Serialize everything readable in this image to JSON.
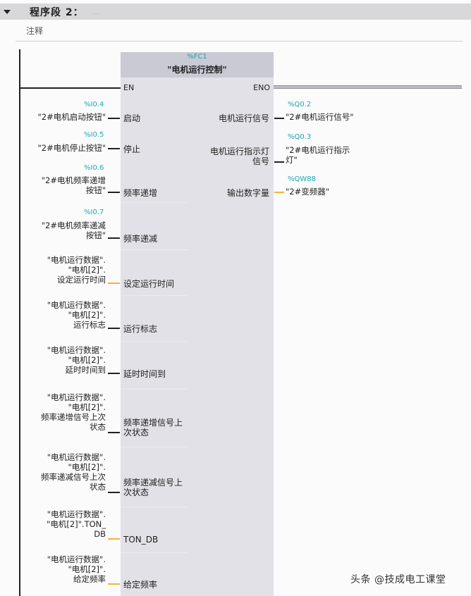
{
  "network": {
    "title": "程序段 2：",
    "dots": "......",
    "comment": "注释"
  },
  "block": {
    "number": "%FC1",
    "name": "\"电机运行控制\"",
    "en": "EN",
    "eno": "ENO"
  },
  "inputs": [
    {
      "pin": "启动",
      "address": "%I0.4",
      "operand": "\"2#电机启动按钮\"",
      "type": "bool"
    },
    {
      "pin": "停止",
      "address": "%I0.5",
      "operand": "\"2#电机停止按钮\"",
      "type": "bool"
    },
    {
      "pin": "频率递增",
      "address": "%I0.6",
      "operand_lines": [
        "\"2#电机频率递增",
        "按钮\""
      ],
      "type": "bool"
    },
    {
      "pin": "频率递减",
      "address": "%I0.7",
      "operand_lines": [
        "\"2#电机频率递减",
        "按钮\""
      ],
      "type": "bool"
    },
    {
      "pin": "设定运行时间",
      "operand_lines": [
        "\"电机运行数据\".",
        "\"电机[2]\".",
        "设定运行时间"
      ],
      "type": "data"
    },
    {
      "pin": "运行标志",
      "operand_lines": [
        "\"电机运行数据\".",
        "\"电机[2]\".",
        "运行标志"
      ],
      "type": "bool"
    },
    {
      "pin": "延时时间到",
      "operand_lines": [
        "\"电机运行数据\".",
        "\"电机[2]\".",
        "延时时间到"
      ],
      "type": "bool"
    },
    {
      "pin_lines": [
        "频率递增信号上",
        "次状态"
      ],
      "operand_lines": [
        "\"电机运行数据\".",
        "\"电机[2]\".",
        "频率递增信号上次",
        "状态"
      ],
      "type": "bool"
    },
    {
      "pin_lines": [
        "频率递减信号上",
        "次状态"
      ],
      "operand_lines": [
        "\"电机运行数据\".",
        "\"电机[2]\".",
        "频率递减信号上次",
        "状态"
      ],
      "type": "bool"
    },
    {
      "pin": "TON_DB",
      "operand_lines": [
        "\"电机运行数据\".",
        "\"电机[2]\".TON_",
        "DB"
      ],
      "type": "data"
    },
    {
      "pin": "给定频率",
      "operand_lines": [
        "\"电机运行数据\".",
        "\"电机[2]\".",
        "给定频率"
      ],
      "type": "data"
    }
  ],
  "outputs": [
    {
      "pin": "电机运行信号",
      "address": "%Q0.2",
      "operand": "\"2#电机运行信号\"",
      "type": "bool"
    },
    {
      "pin_lines": [
        "电机运行指示灯",
        "信号"
      ],
      "address": "%Q0.3",
      "operand_lines": [
        "\"2#电机运行指示",
        "灯\""
      ],
      "type": "bool"
    },
    {
      "pin": "输出数字量",
      "address": "%QW88",
      "operand": "\"2#变频器\"",
      "type": "data"
    }
  ],
  "colors": {
    "address": "#1aa6b8",
    "bool_wire": "#222222",
    "data_wire": "#f0b63a",
    "block_bg": "#e1e1e7",
    "header_bg": "#d8d8da"
  },
  "watermark": "头条 @技成电工课堂"
}
